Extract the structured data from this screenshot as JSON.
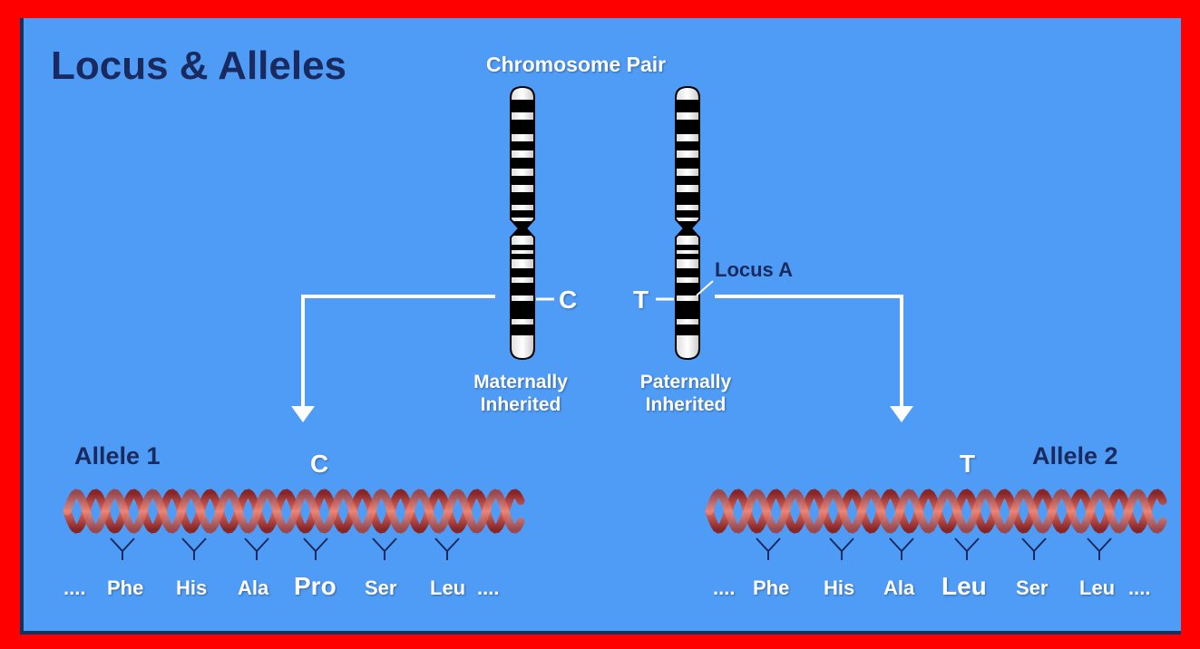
{
  "title": "Locus & Alleles",
  "chromosome_pair_label": "Chromosome Pair",
  "locus_label": "Locus A",
  "maternal": {
    "label_line1": "Maternally",
    "label_line2": "Inherited",
    "base": "C"
  },
  "paternal": {
    "label_line1": "Paternally",
    "label_line2": "Inherited",
    "base": "T"
  },
  "allele1": {
    "label": "Allele 1",
    "base": "C",
    "prefix": "....",
    "codons": [
      "Phe",
      "His",
      "Ala",
      "Pro",
      "Ser",
      "Leu"
    ],
    "suffix": "...."
  },
  "allele2": {
    "label": "Allele 2",
    "base": "T",
    "prefix": "....",
    "codons": [
      "Phe",
      "His",
      "Ala",
      "Leu",
      "Ser",
      "Leu"
    ],
    "suffix": "...."
  },
  "colors": {
    "background": "#4f9cf6",
    "border": "#ff0000",
    "title": "#1b2a5e",
    "dna_strand": "#c8463c",
    "white": "#ffffff"
  }
}
